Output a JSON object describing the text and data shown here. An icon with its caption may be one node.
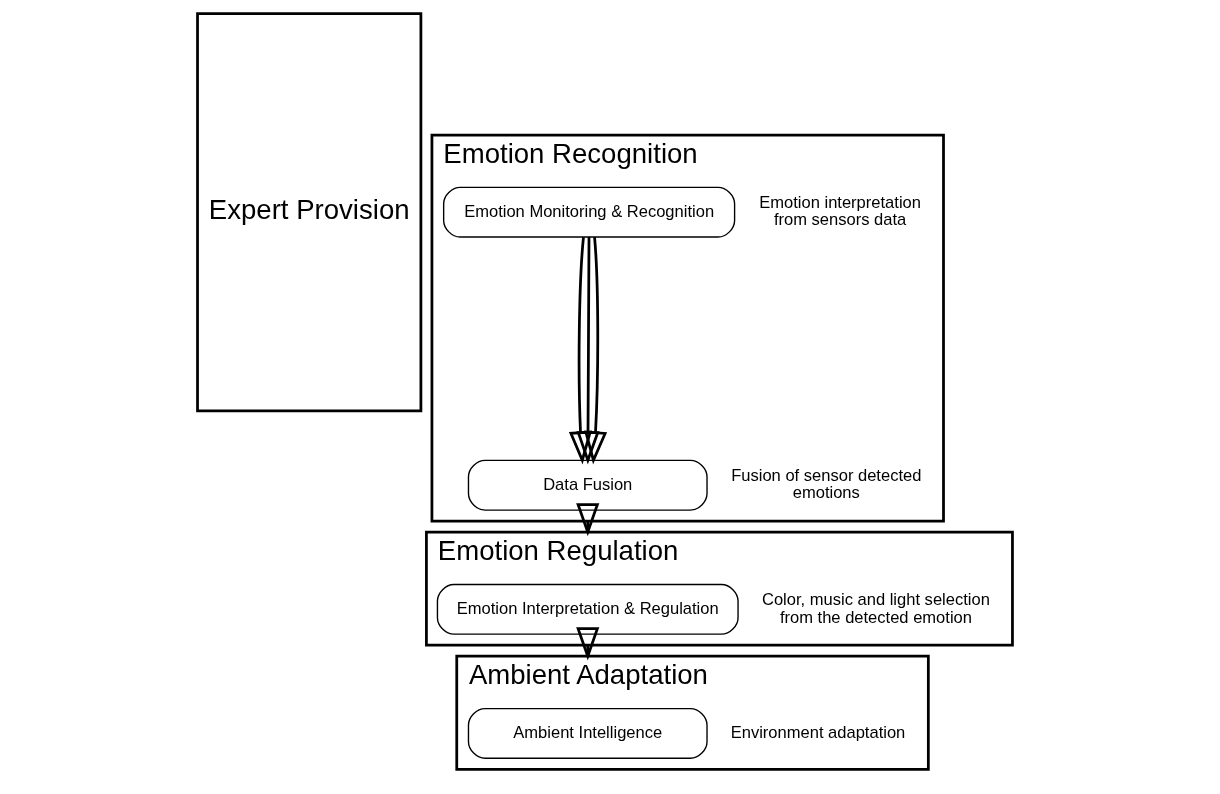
{
  "diagram": {
    "nodes": [
      {
        "text": [
          "Expert Provision"
        ]
      },
      {
        "text": [
          "Emotion Recognition"
        ]
      },
      {
        "text": [
          "Emotion Monitoring & Recognition"
        ],
        "in": 1,
        "beside": [
          "Emotion interpretation from sensors data"
        ]
      },
      {
        "text": [
          "Data Fusion"
        ],
        "in": 1,
        "beside": [
          "Fusion of sensor detected emotions"
        ]
      },
      {
        "text": [
          "Emotion Regulation"
        ]
      },
      {
        "text": [
          "Emotion Interpretation & Regulation"
        ],
        "in": 4,
        "beside": [
          "Color, music and light selection from the detected emotion"
        ]
      },
      {
        "text": [
          "Ambient Adaptation"
        ]
      },
      {
        "text": [
          "Ambient Intelligence"
        ],
        "in": 6,
        "beside": [
          "Environment adaptation"
        ]
      }
    ],
    "edges": [
      {
        "from": 2,
        "to": 3,
        "arrow": "to"
      },
      {
        "from": 2,
        "to": 3,
        "arrow": "to"
      },
      {
        "from": 2,
        "to": 3,
        "arrow": "to"
      },
      {
        "from": 1,
        "to": 4,
        "arrow": "to"
      },
      {
        "from": 4,
        "to": 6,
        "arrow": "to"
      }
    ]
  }
}
